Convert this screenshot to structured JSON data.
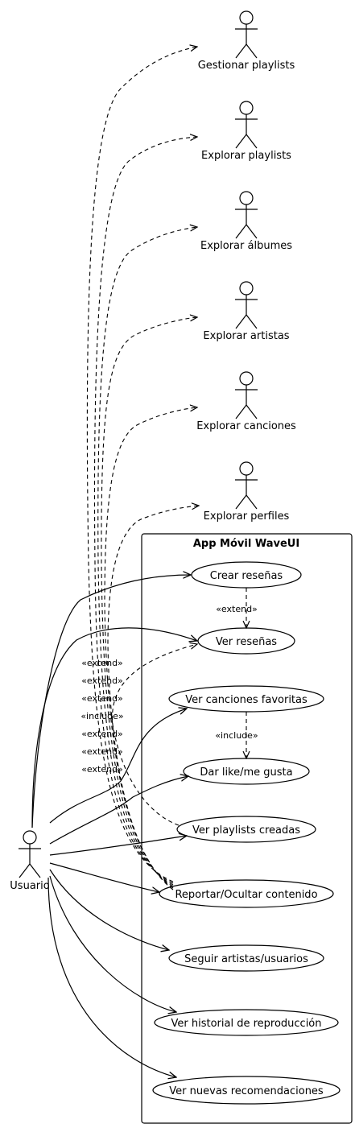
{
  "system": {
    "title": "App Móvil WaveUI"
  },
  "user_actor": {
    "label": "Usuario"
  },
  "external_actors": [
    "Gestionar playlists",
    "Explorar playlists",
    "Explorar álbumes",
    "Explorar artistas",
    "Explorar canciones",
    "Explorar perfiles"
  ],
  "use_cases": [
    "Crear reseñas",
    "Ver reseñas",
    "Ver canciones favoritas",
    "Dar like/me gusta",
    "Ver playlists creadas",
    "Reportar/Ocultar contenido",
    "Seguir artistas/usuarios",
    "Ver historial de reproducción",
    "Ver nuevas recomendaciones"
  ],
  "relations": {
    "extend_label": "«extend»",
    "include_label": "«include»",
    "stacked_labels": [
      "«extend»",
      "«extend»",
      "«extend»",
      "«include»",
      "«extend»",
      "«extend»",
      "«extend»"
    ]
  }
}
